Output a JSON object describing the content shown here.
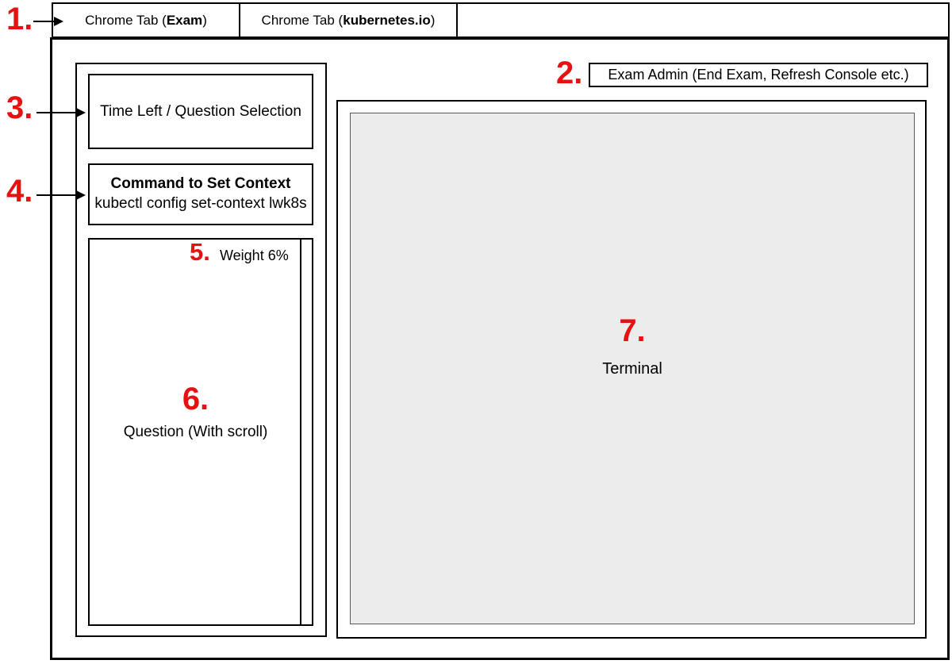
{
  "colors": {
    "annotation_red": "#e81111",
    "terminal_bg": "#ececec"
  },
  "tab_strip": {
    "tabs": [
      {
        "prefix": "Chrome Tab (",
        "bold": "Exam",
        "suffix": ")"
      },
      {
        "prefix": "Chrome Tab (",
        "bold": "kubernetes.io",
        "suffix": ")"
      }
    ]
  },
  "annotations": {
    "one": "1.",
    "two": "2.",
    "three": "3.",
    "four": "4.",
    "five": "5.",
    "six": "6.",
    "seven": "7."
  },
  "exam_admin": {
    "label": "Exam Admin (End Exam, Refresh Console etc.)"
  },
  "sidebar": {
    "time_selection_label": "Time Left / Question Selection",
    "context_command": {
      "title": "Command to Set Context",
      "command": "kubectl config set-context lwk8s"
    },
    "question": {
      "weight_label": "Weight 6%",
      "body_label": "Question (With scroll)"
    }
  },
  "terminal": {
    "label": "Terminal"
  }
}
